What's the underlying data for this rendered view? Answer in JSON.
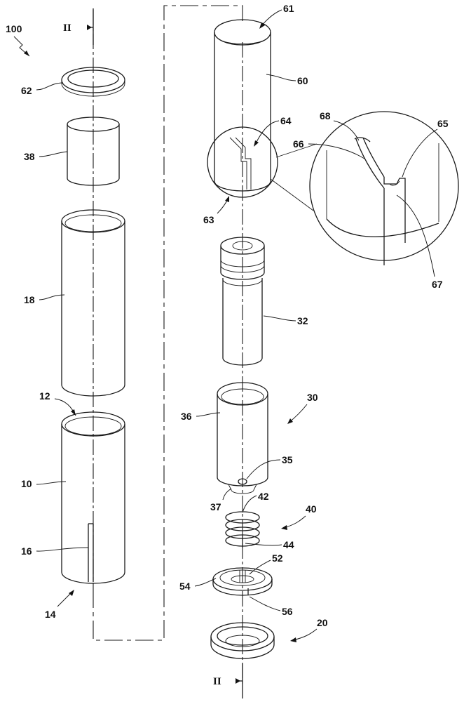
{
  "figure": {
    "assembly_ref": "100",
    "section_marker": "II",
    "labels": {
      "l62": "62",
      "l38": "38",
      "l18": "18",
      "l12": "12",
      "l10": "10",
      "l16": "16",
      "l14": "14",
      "l61": "61",
      "l60": "60",
      "l64": "64",
      "l63": "63",
      "l68": "68",
      "l65": "65",
      "l66": "66",
      "l67": "67",
      "l32": "32",
      "l30": "30",
      "l36": "36",
      "l35": "35",
      "l37": "37",
      "l42": "42",
      "l40": "40",
      "l44": "44",
      "l52": "52",
      "l54": "54",
      "l56": "56",
      "l20": "20"
    }
  }
}
